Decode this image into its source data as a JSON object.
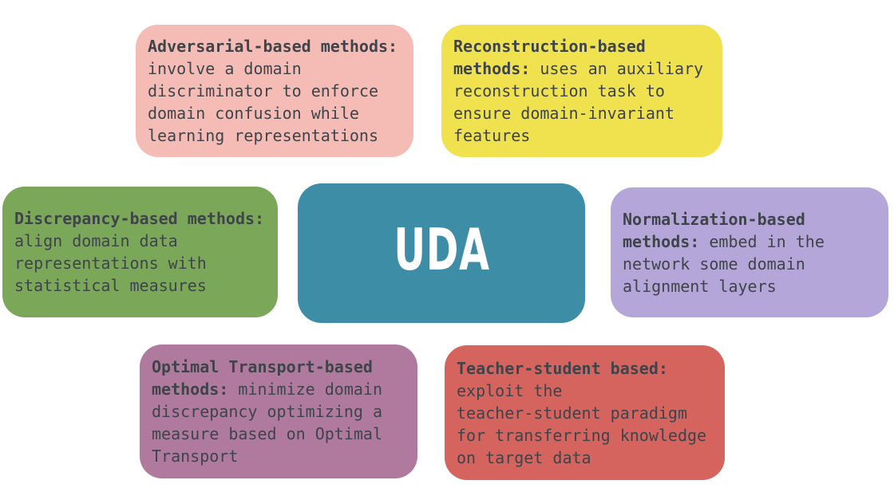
{
  "colors": {
    "background": "#ffffff",
    "text": "#3f444a",
    "uda_text": "#ffffff"
  },
  "center": {
    "label": "UDA",
    "bg": "#3e8da6"
  },
  "boxes": [
    {
      "id": "adversarial",
      "title": "Adversarial-based methods:",
      "bg": "#f5bcb5",
      "lines": [
        {
          "b": "Adversarial-based methods:",
          "t": ""
        },
        {
          "b": "",
          "t": "involve a domain"
        },
        {
          "b": "",
          "t": "discriminator to enforce"
        },
        {
          "b": "",
          "t": "domain confusion while"
        },
        {
          "b": "",
          "t": "learning representations"
        }
      ]
    },
    {
      "id": "reconstruction",
      "title": "Reconstruction-based methods:",
      "bg": "#f0e24f",
      "lines": [
        {
          "b": "Reconstruction-based",
          "t": ""
        },
        {
          "b": "methods:",
          "t": " uses an auxiliary"
        },
        {
          "b": "",
          "t": "reconstruction task to"
        },
        {
          "b": "",
          "t": "ensure domain-invariant"
        },
        {
          "b": "",
          "t": "features"
        }
      ]
    },
    {
      "id": "discrepancy",
      "title": "Discrepancy-based methods:",
      "bg": "#7ba758",
      "lines": [
        {
          "b": "Discrepancy-based methods:",
          "t": ""
        },
        {
          "b": "",
          "t": "align domain data"
        },
        {
          "b": "",
          "t": "representations with"
        },
        {
          "b": "",
          "t": "statistical measures"
        }
      ]
    },
    {
      "id": "normalization",
      "title": "Normalization-based methods:",
      "bg": "#b4a6d8",
      "lines": [
        {
          "b": "Normalization-based",
          "t": ""
        },
        {
          "b": "methods:",
          "t": " embed in the"
        },
        {
          "b": "",
          "t": "network some domain"
        },
        {
          "b": "",
          "t": "alignment layers"
        }
      ]
    },
    {
      "id": "optimal-transport",
      "title": "Optimal Transport-based methods:",
      "bg": "#b07a9e",
      "lines": [
        {
          "b": "Optimal Transport-based",
          "t": ""
        },
        {
          "b": "methods:",
          "t": " minimize domain"
        },
        {
          "b": "",
          "t": "discrepancy optimizing a"
        },
        {
          "b": "",
          "t": "measure based on Optimal"
        },
        {
          "b": "",
          "t": "Transport"
        }
      ]
    },
    {
      "id": "teacher-student",
      "title": "Teacher-student based:",
      "bg": "#d5635e",
      "lines": [
        {
          "b": "Teacher-student based:",
          "t": ""
        },
        {
          "b": "",
          "t": "exploit the"
        },
        {
          "b": "",
          "t": "teacher-student paradigm"
        },
        {
          "b": "",
          "t": "for transferring knowledge"
        },
        {
          "b": "",
          "t": "on target data"
        }
      ]
    }
  ]
}
